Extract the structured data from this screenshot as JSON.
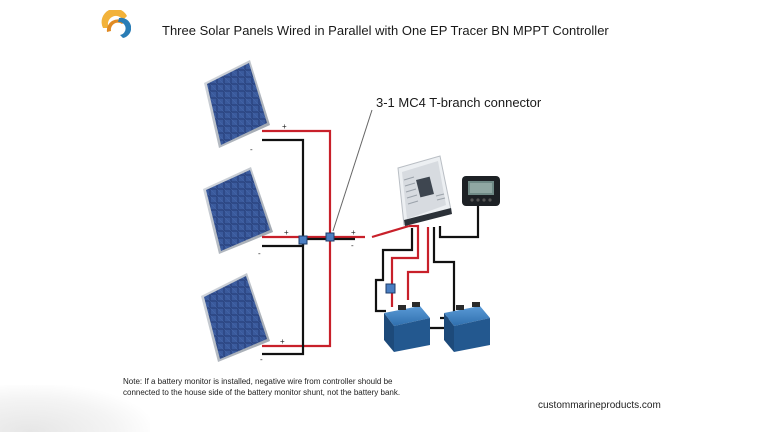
{
  "title": "Three Solar Panels Wired in Parallel with One EP Tracer BN MPPT Controller",
  "connector_label": "3-1 MC4 T-branch connector",
  "polarity": {
    "positive": "+",
    "negative": "-"
  },
  "note": "Note: If a battery monitor  is installed, negative wire from controller should be connected to the house side of the battery monitor shunt, not the battery bank.",
  "website": "custommarineproducts.com",
  "colors": {
    "positive_wire": "#c8202a",
    "negative_wire": "#111111",
    "panel_cell": "#27407a",
    "controller_body": "#e9ecef",
    "battery_body": "#2f6fae"
  }
}
